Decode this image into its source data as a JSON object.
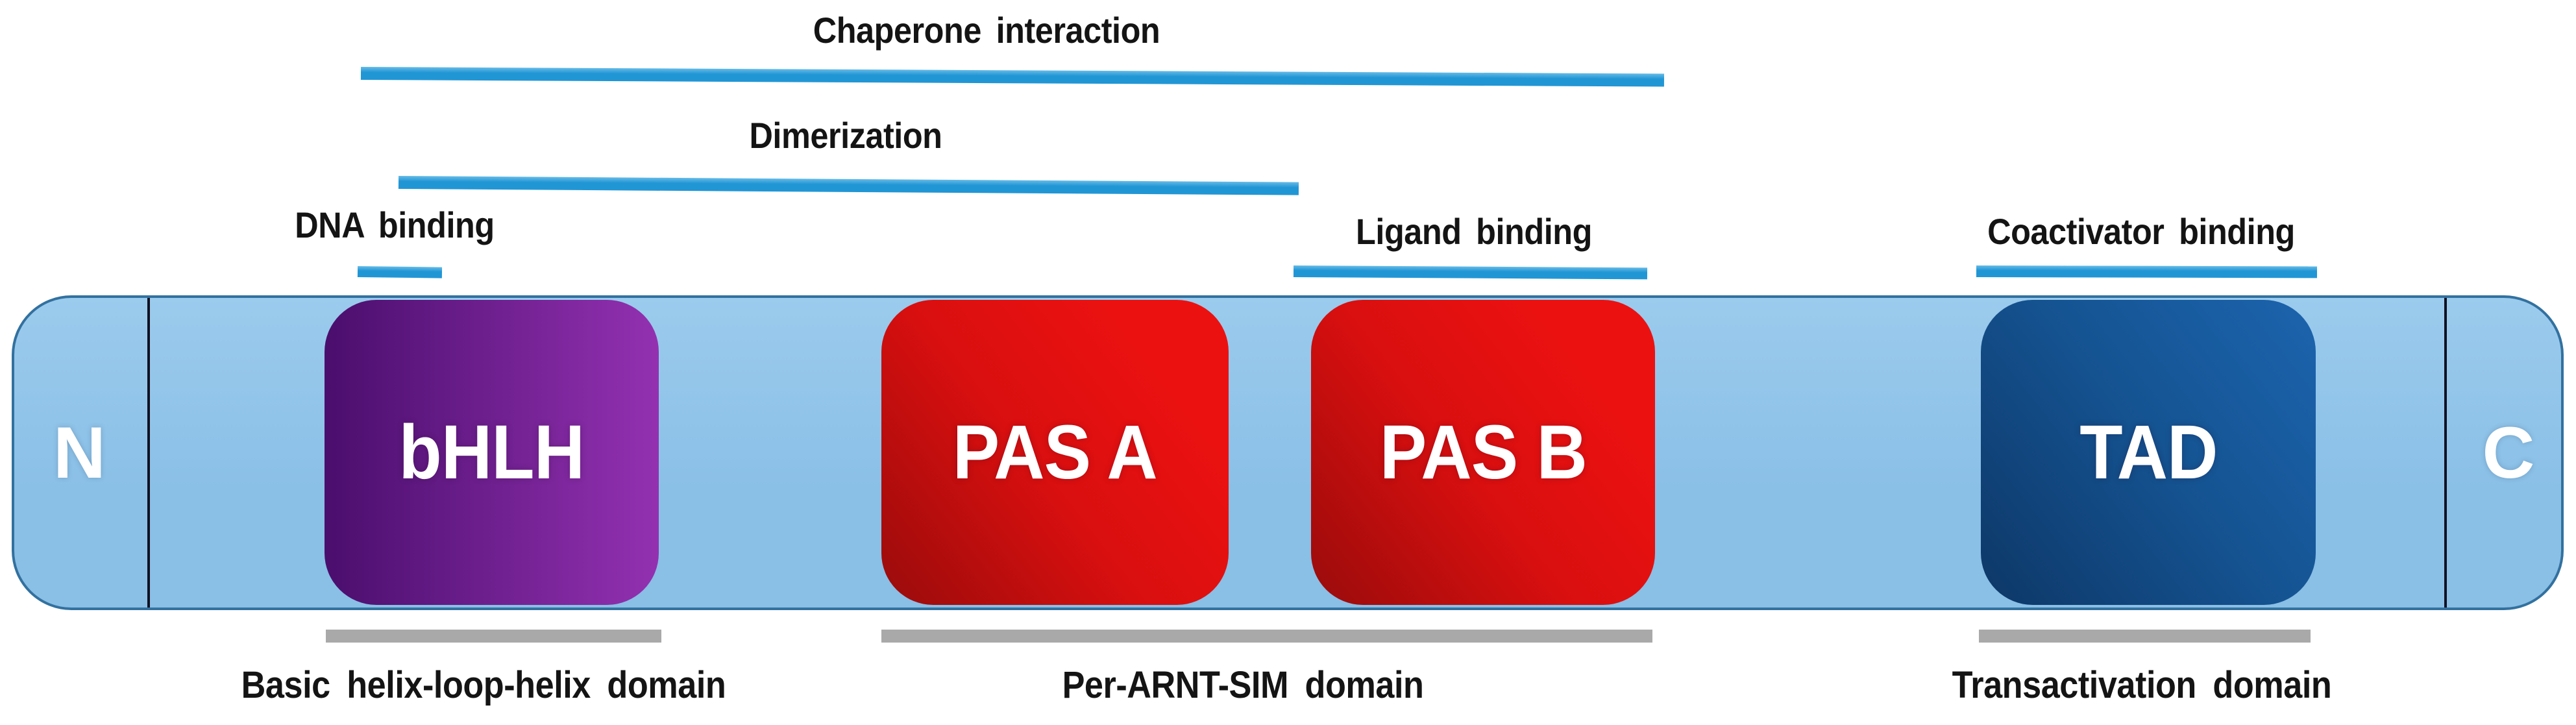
{
  "annotations": [
    {
      "id": "chaperone",
      "label": "Chaperone interaction"
    },
    {
      "id": "dimerization",
      "label": "Dimerization"
    },
    {
      "id": "dna",
      "label": "DNA binding"
    },
    {
      "id": "ligand",
      "label": "Ligand binding"
    },
    {
      "id": "coactivator",
      "label": "Coactivator binding"
    }
  ],
  "protein_bar": {
    "n_terminus": "N",
    "c_terminus": "C"
  },
  "domains": [
    {
      "id": "bhlh",
      "label": "bHLH"
    },
    {
      "id": "pas_a",
      "label": "PAS A"
    },
    {
      "id": "pas_b",
      "label": "PAS B"
    },
    {
      "id": "tad",
      "label": "TAD"
    }
  ],
  "regions": [
    {
      "id": "bhlh_region",
      "label": "Basic helix-loop-helix domain"
    },
    {
      "id": "pas_region",
      "label": "Per-ARNT-SIM domain"
    },
    {
      "id": "tad_region",
      "label": "Transactivation domain"
    }
  ],
  "colors": {
    "line_blue": "#2196d5",
    "line_light": "#66bbe6",
    "bar_fill": "#8abfe6",
    "bar_fill_light": "#9bcbed",
    "bar_border": "#32719f",
    "divider": "#111122",
    "bhlh_dark": "#4a0e6d",
    "bhlh_light": "#9331b1",
    "pas_dark": "#990b0b",
    "pas_mid": "#d90f0f",
    "pas_light": "#ec1111",
    "tad_dark": "#0d3767",
    "tad_mid": "#155493",
    "tad_light": "#1c64ae",
    "region_bar": "#a9a9a9",
    "label_text": "#141414",
    "domain_text": "#ffffff"
  }
}
